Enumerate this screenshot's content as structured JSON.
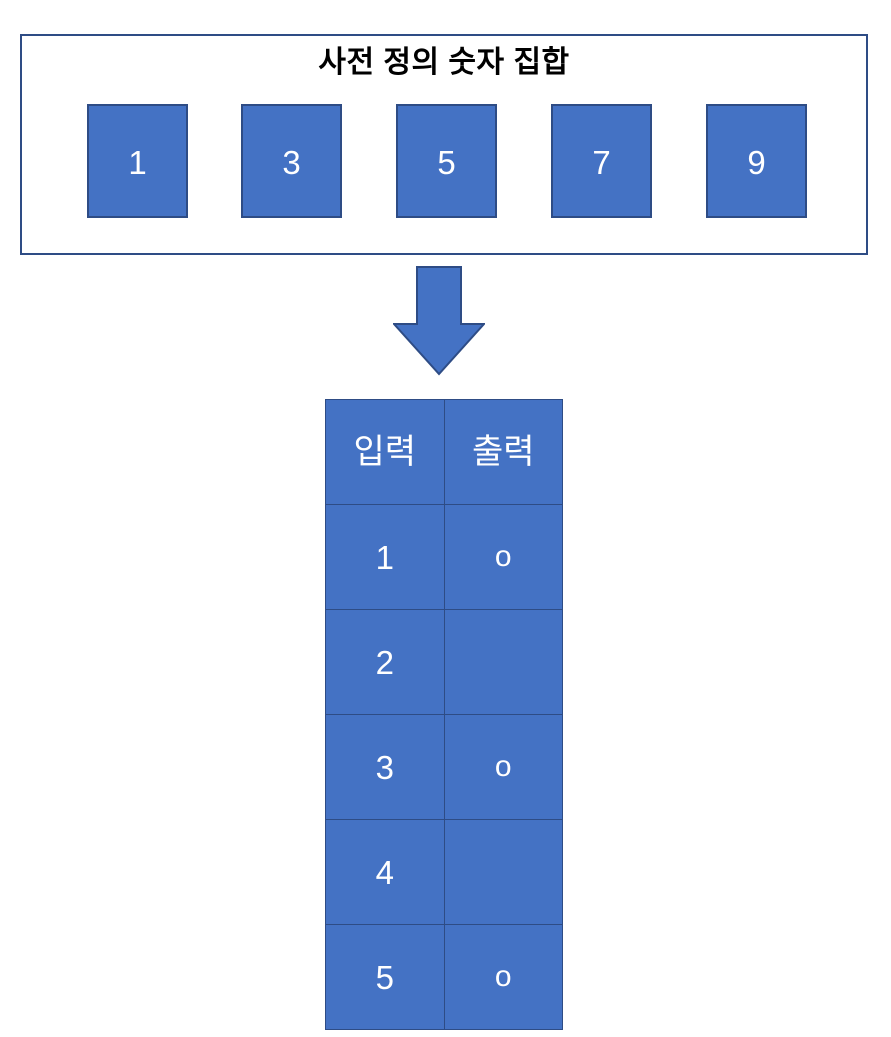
{
  "colors": {
    "fill_blue": "#4472C4",
    "border_blue": "#2E4C85",
    "text_white": "#FFFFFF",
    "text_black": "#000000",
    "background": "#FFFFFF"
  },
  "predefined_set": {
    "title": "사전 정의 숫자 집합",
    "numbers": [
      "1",
      "3",
      "5",
      "7",
      "9"
    ]
  },
  "arrow": {
    "icon": "arrow-down-icon",
    "direction": "down"
  },
  "mapping_table": {
    "headers": [
      "입력",
      "출력"
    ],
    "rows": [
      {
        "input": "1",
        "output": "o"
      },
      {
        "input": "2",
        "output": ""
      },
      {
        "input": "3",
        "output": "o"
      },
      {
        "input": "4",
        "output": ""
      },
      {
        "input": "5",
        "output": "o"
      }
    ]
  }
}
